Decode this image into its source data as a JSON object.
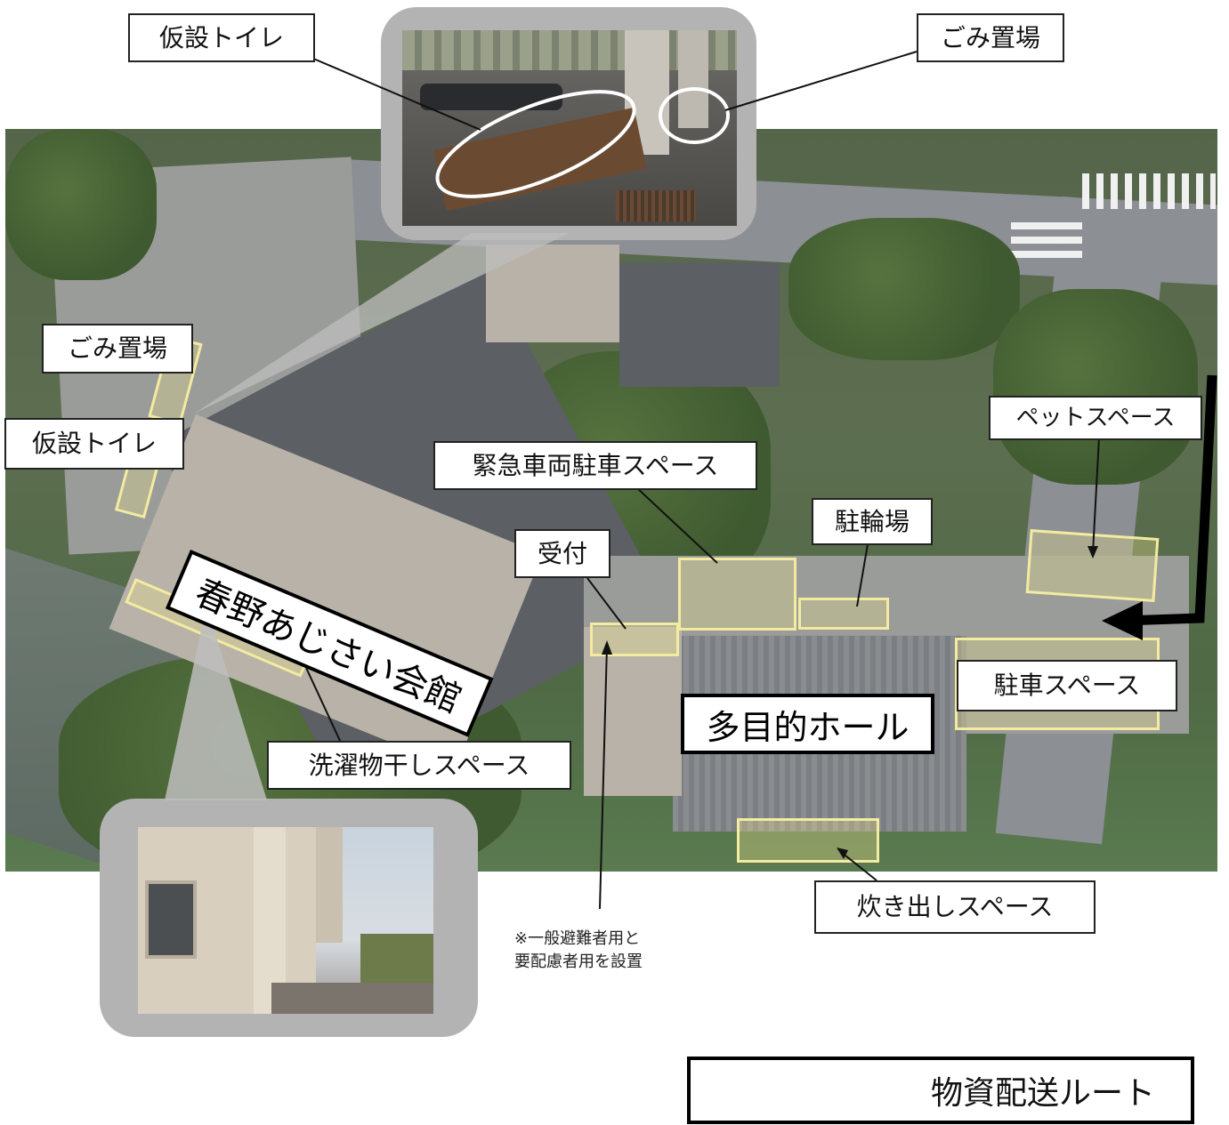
{
  "facility_name": "春野あじさい会館",
  "hall_name": "多目的ホール",
  "labels": {
    "kasetsu_toilet_top": "仮設トイレ",
    "gomi_top": "ごみ置場",
    "gomi_left": "ごみ置場",
    "kasetsu_toilet_left": "仮設トイレ",
    "emergency_parking": "緊急車両駐車スペース",
    "pet_space": "ペットスペース",
    "bicycle_parking": "駐輪場",
    "reception": "受付",
    "parking_space": "駐車スペース",
    "laundry_space": "洗濯物干しスペース",
    "cooking_space": "炊き出しスペース"
  },
  "note": {
    "line1": "※一般避難者用と",
    "line2": "要配慮者用を設置"
  },
  "legend": {
    "label": "物資配送ルート",
    "icon": "left-arrow-icon"
  },
  "colors": {
    "highlight": "#f3eba0",
    "route_arrow": "#000000",
    "inset_frame": "#b3b3b3"
  }
}
